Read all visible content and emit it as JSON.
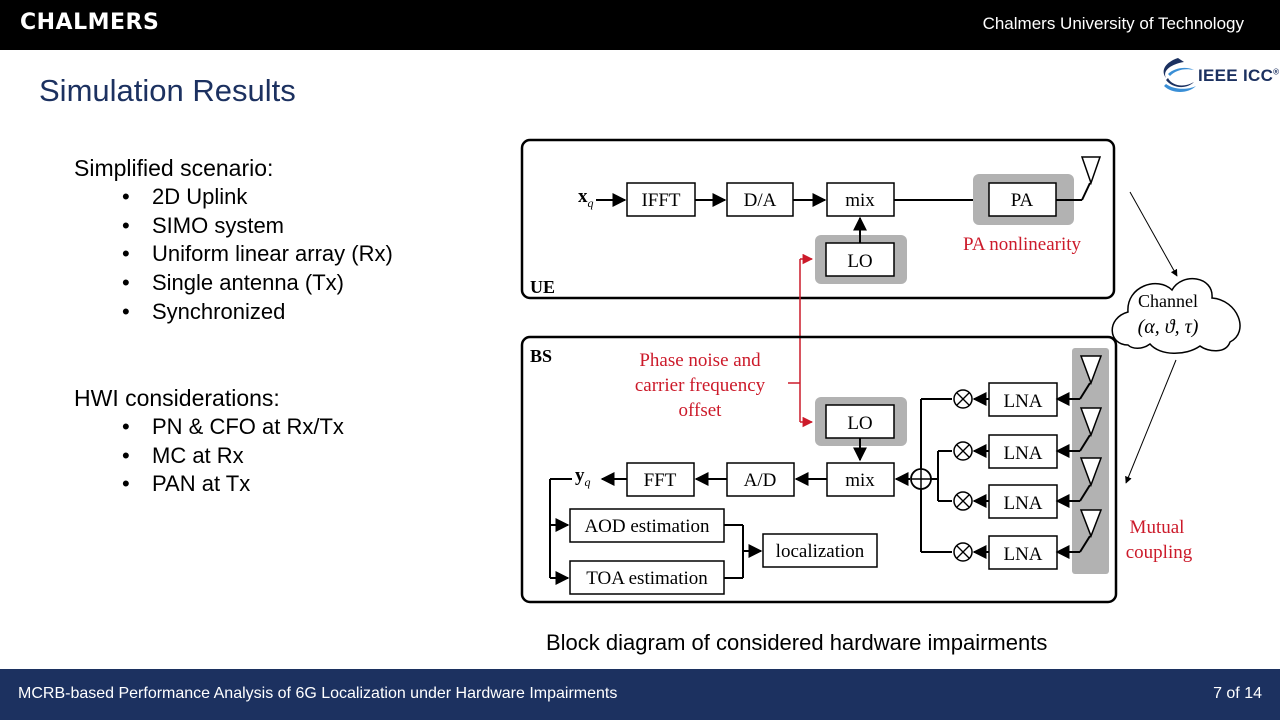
{
  "header": {
    "brand": "CHALMERS",
    "university": "Chalmers University of Technology"
  },
  "slide": {
    "title": "Simulation Results",
    "logo_text": "IEEE ICC",
    "logo_mark": "®"
  },
  "content": {
    "section1_heading": "Simplified scenario:",
    "section1_items": [
      "2D Uplink",
      "SIMO system",
      "Uniform linear array (Rx)",
      "Single antenna (Tx)",
      "Synchronized"
    ],
    "section2_heading": "HWI considerations:",
    "section2_items": [
      "PN & CFO at Rx/Tx",
      "MC at Rx",
      "PAN at Tx"
    ],
    "bullet": "•"
  },
  "diagram": {
    "ue_label": "UE",
    "bs_label": "BS",
    "xq_main": "x",
    "xq_sub": "q",
    "yq_main": "y",
    "yq_sub": "q",
    "ifft": "IFFT",
    "da": "D/A",
    "mix": "mix",
    "pa": "PA",
    "lo": "LO",
    "fft": "FFT",
    "ad": "A/D",
    "lna": "LNA",
    "aod": "AOD estimation",
    "toa": "TOA estimation",
    "localization": "localization",
    "pa_nonlinearity": "PA nonlinearity",
    "phase_noise_lines": [
      "Phase noise and",
      "carrier frequency",
      "offset"
    ],
    "mutual_coupling_lines": [
      "Mutual",
      "coupling"
    ],
    "channel_title": "Channel",
    "channel_params": "(α, ϑ, τ)"
  },
  "caption": "Block diagram of considered hardware impairments",
  "footer": {
    "title": "MCRB-based Performance Analysis of 6G Localization under Hardware Impairments",
    "page": "7 of 14"
  },
  "colors": {
    "header_bg": "#000000",
    "footer_bg": "#1c3160",
    "title_color": "#1c3160",
    "impairment_red": "#cc1a2a",
    "highlight_gray": "#b2b2b2"
  }
}
